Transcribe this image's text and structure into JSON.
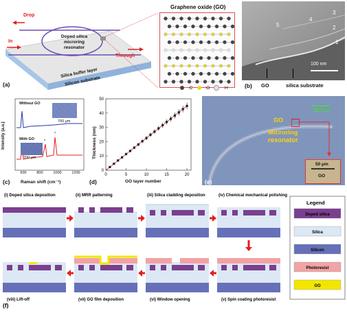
{
  "panel_a": {
    "label": "(a)",
    "drop": "Drop",
    "in": "In",
    "through": "Through",
    "resonator": [
      "Doped silica",
      "microring resonator"
    ],
    "buffer": "Silica buffer layer",
    "substrate": "Silicon substrate",
    "go_title": "Graphene oxide (GO)",
    "legend_c": ":C",
    "legend_o": ":O",
    "legend_h": ":H"
  },
  "panel_b": {
    "label": "(b)",
    "numbers": [
      "1",
      "2",
      "3",
      "4",
      "5"
    ],
    "scalebar": "100 nm",
    "go": "GO",
    "substrate": "silica substrate"
  },
  "panel_c": {
    "label": "(c)",
    "ylabel": "Intensity (a.u.)",
    "xlabel": "Raman shift (cm⁻¹)",
    "without": "Without GO",
    "with": "With GO",
    "inset_scale": "700 μm",
    "ticks": [
      "600",
      "800",
      "1000",
      "1200"
    ],
    "peak_marks": [
      "*",
      "*"
    ]
  },
  "panel_d": {
    "label": "(d)",
    "ylabel": "Thickness (nm)",
    "xlabel": "GO layer number",
    "xticks": [
      "0",
      "5",
      "10",
      "15",
      "20"
    ],
    "yticks": [
      "0",
      "10",
      "20",
      "30",
      "40",
      "50"
    ]
  },
  "panel_e": {
    "label": "(e)",
    "scalebar": "100 μm",
    "go": "GO",
    "resonator": [
      "Microring",
      "resonator"
    ],
    "inset_scale": "50 μm",
    "inset_go": "GO"
  },
  "panel_f": {
    "label": "(f)",
    "steps": [
      "(i) Doped silica deposition",
      "(ii) MRR patterning",
      "(iii) Silica cladding deposition",
      "(iv) Chemical mechanical polishing",
      "(v) Spin coating photoresist",
      "(vi) Window opening",
      "(vii) GO film deposition",
      "(viii) Lift-off"
    ],
    "legend_title": "Legend",
    "legend": [
      {
        "label": "Doped silica",
        "color": "#7b3f8f"
      },
      {
        "label": "Silica",
        "color": "#dce8f4"
      },
      {
        "label": "Silicon",
        "color": "#6670b8"
      },
      {
        "label": "Photoresist",
        "color": "#f2a3a3"
      },
      {
        "label": "GO",
        "color": "#f2e600"
      }
    ]
  },
  "chart_data": {
    "type": "scatter",
    "title": "",
    "xlabel": "GO layer number",
    "ylabel": "Thickness (nm)",
    "xlim": [
      0,
      21
    ],
    "ylim": [
      0,
      50
    ],
    "series": [
      {
        "x": [
          1,
          2,
          3,
          4,
          5,
          6,
          7,
          8,
          9,
          10,
          11,
          12,
          13,
          14,
          15,
          16,
          17,
          18,
          19,
          20
        ],
        "y": [
          2.2,
          4.5,
          6.8,
          9.0,
          11.3,
          13.5,
          15.8,
          18.0,
          20.3,
          22.5,
          24.8,
          27.0,
          29.3,
          31.5,
          33.8,
          36.0,
          38.3,
          40.5,
          42.8,
          45.0
        ],
        "error": [
          0.5,
          0.6,
          0.7,
          0.8,
          0.9,
          1.0,
          1.1,
          1.2,
          1.3,
          1.4,
          1.5,
          1.6,
          1.7,
          1.8,
          1.9,
          2.0,
          2.1,
          2.2,
          2.3,
          2.4
        ]
      }
    ]
  }
}
